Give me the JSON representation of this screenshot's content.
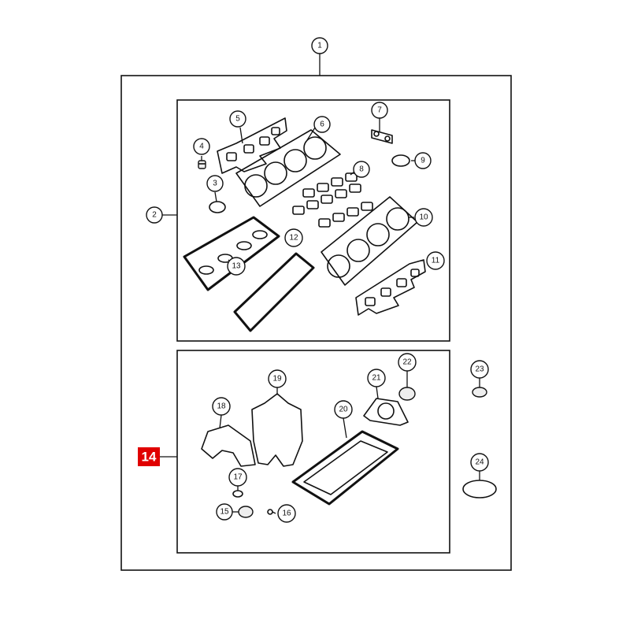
{
  "callouts": {
    "c1": "1",
    "c2": "2",
    "c3": "3",
    "c4": "4",
    "c5": "5",
    "c6": "6",
    "c7": "7",
    "c8": "8",
    "c9": "9",
    "c10": "10",
    "c11": "11",
    "c12": "12",
    "c13": "13",
    "c15": "15",
    "c16": "16",
    "c17": "17",
    "c18": "18",
    "c19": "19",
    "c20": "20",
    "c21": "21",
    "c22": "22",
    "c23": "23",
    "c24": "24"
  },
  "highlight": {
    "label": "14",
    "color": "#e00000"
  }
}
